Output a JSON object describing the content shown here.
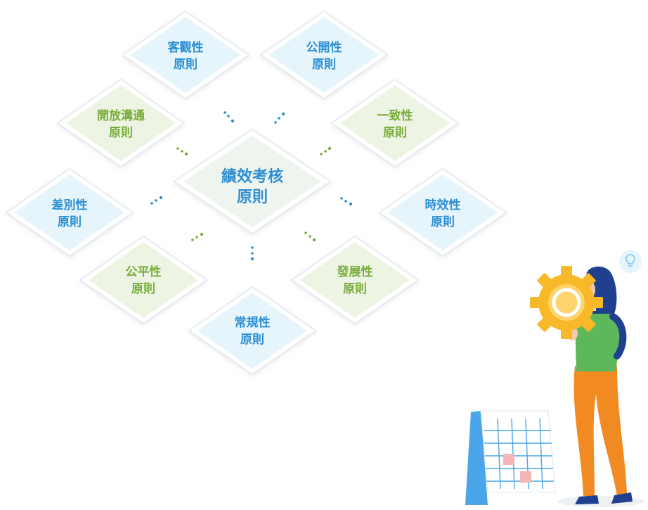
{
  "colors": {
    "blue_fill": "#e6f4fc",
    "green_fill": "#eef4e3",
    "center_fill": "#eef4ee",
    "outline": "#e4e8ec",
    "blue_text": "#2b8fd3",
    "green_text": "#77ad3a",
    "blue_dot": "#2b8fd3",
    "green_dot": "#77ad3a"
  },
  "center": {
    "line1": "績效考核",
    "line2": "原則"
  },
  "principles": [
    {
      "id": "objectivity",
      "line1": "客觀性",
      "line2": "原則",
      "tone": "blue"
    },
    {
      "id": "openness",
      "line1": "公開性",
      "line2": "原則",
      "tone": "blue"
    },
    {
      "id": "open-communication",
      "line1": "開放溝通",
      "line2": "原則",
      "tone": "green"
    },
    {
      "id": "consistency",
      "line1": "一致性",
      "line2": "原則",
      "tone": "green"
    },
    {
      "id": "differentiation",
      "line1": "差別性",
      "line2": "原則",
      "tone": "blue"
    },
    {
      "id": "timeliness",
      "line1": "時效性",
      "line2": "原則",
      "tone": "blue"
    },
    {
      "id": "fairness",
      "line1": "公平性",
      "line2": "原則",
      "tone": "green"
    },
    {
      "id": "development",
      "line1": "發展性",
      "line2": "原則",
      "tone": "green"
    },
    {
      "id": "regularity",
      "line1": "常規性",
      "line2": "原則",
      "tone": "blue"
    }
  ],
  "illustration": {
    "subject": "woman holding gear beside calendar",
    "icons": [
      "gear-icon",
      "lightbulb-icon",
      "calendar-icon"
    ],
    "colors": {
      "gear": "#f7b928",
      "shirt": "#5db85c",
      "pants": "#f28a22",
      "hair": "#1f3f8f",
      "calendar_blue": "#4aa6e8",
      "calendar_cell": "#f4b5b5"
    }
  }
}
